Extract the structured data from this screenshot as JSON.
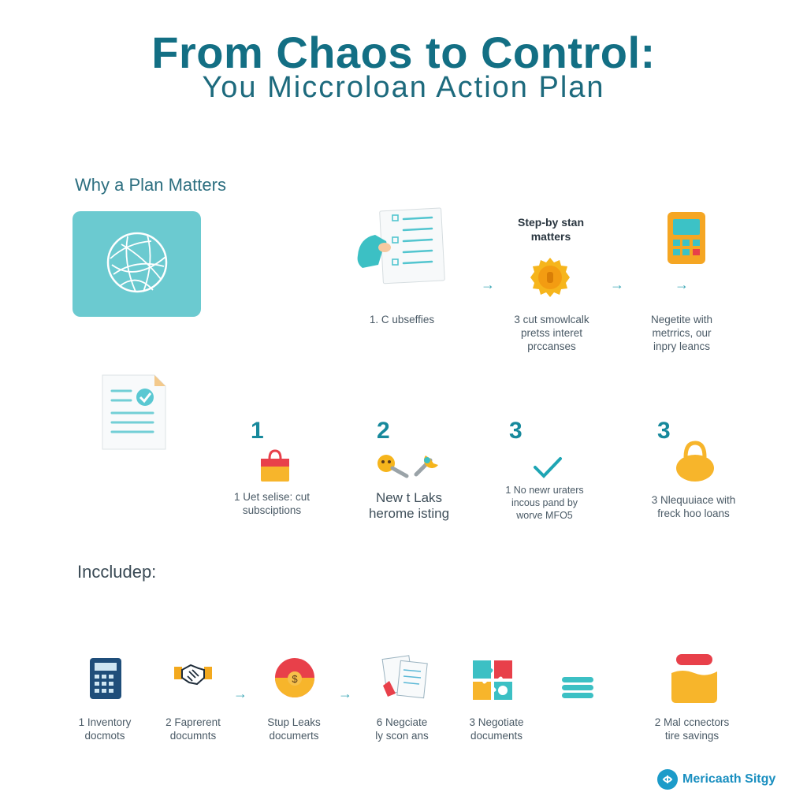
{
  "header": {
    "title": "From Chaos to Control:",
    "subtitle": "You Miccroloan Action Plan"
  },
  "why_section": {
    "heading": "Why a Plan Matters",
    "step_title": "Step-by stan\nmatters",
    "captions": [
      "1. C ubseffies",
      "3 cut smowlcalk\npretss interet\nprccanses",
      "Negetite with\nmetrrics, our\ninpry leancs"
    ]
  },
  "steps_section": {
    "numbers": [
      "1",
      "2",
      "3",
      "3"
    ],
    "captions": [
      "1 Uet selise: cut\nsubsciptions",
      "New t Laks\nherome isting",
      "1 No newr uraters\nincous pand by\nworve MFO5",
      "3 Nlequuiace with\nfreck hoo loans"
    ]
  },
  "include_section": {
    "heading": "Inccludep:",
    "items": [
      {
        "icon": "calculator-icon",
        "label": "1 Inventory\ndocmots"
      },
      {
        "icon": "handshake-icon",
        "label": "2 Faprerent\ndocumnts"
      },
      {
        "icon": "target-icon",
        "label": "Stup Leaks\ndocumerts"
      },
      {
        "icon": "documents-icon",
        "label": "6 Negciate\nly scon ans"
      },
      {
        "icon": "puzzle-icon",
        "label": "3 Negotiate\ndocuments"
      },
      {
        "icon": "coin-stack-icon",
        "label": ""
      },
      {
        "icon": "jar-icon",
        "label": "2 Mal ccnectors\ntire savings"
      }
    ]
  },
  "brand": {
    "name": "Mericaath Sitgy"
  },
  "arrow_glyph": "→",
  "colors": {
    "title": "#136f84",
    "accent_teal": "#6bcad0",
    "orange": "#f7b52b",
    "red": "#e8404a",
    "brand_blue": "#1a8fc0"
  }
}
